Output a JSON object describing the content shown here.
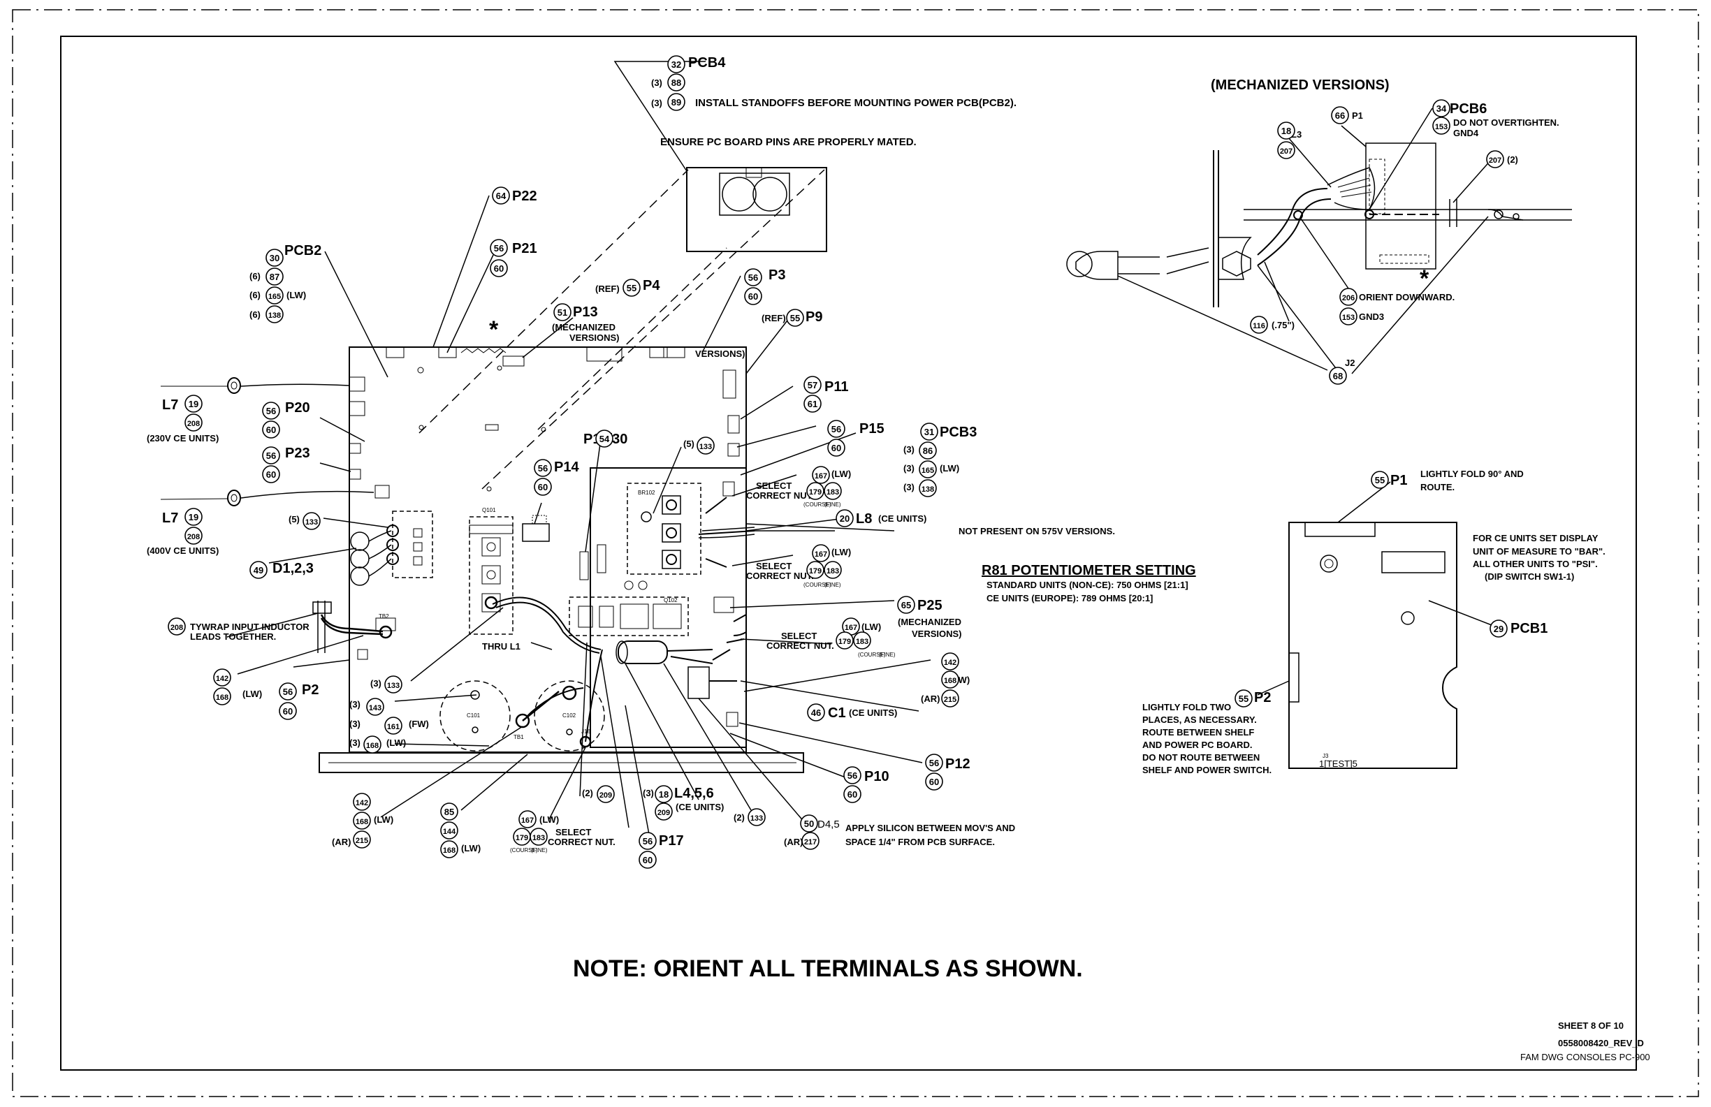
{
  "note": "NOTE:  ORIENT ALL TERMINALS AS SHOWN.",
  "title_block": {
    "sheet": "SHEET 8 OF 10",
    "drawing_number": "0558008420_REV_D",
    "description": "FAM DWG CONSOLES PC-900"
  },
  "instructions": {
    "install_standoffs": "INSTALL STANDOFFS BEFORE MOUNTING POWER PCB(PCB2).",
    "ensure_pins": "ENSURE PC BOARD PINS ARE PROPERLY MATED.",
    "not_present_575": "NOT PRESENT ON 575V VERSIONS.",
    "r81_title": "R81 POTENTIOMETER SETTING",
    "r81_standard": "STANDARD UNITS (NON-CE): 750 OHMS [21:1]",
    "r81_ce": "CE UNITS (EUROPE): 789 OHMS [20:1]",
    "tywrap_1": "TYWRAP INPUT INDUCTOR",
    "tywrap_2": "LEADS TOGETHER.",
    "apply_silicon_1": "APPLY SILICON BETWEEN MOV'S AND",
    "apply_silicon_2": "SPACE 1/4\" FROM PCB SURFACE.",
    "thru_l1": "THRU L1",
    "fold_p1_1": "LIGHTLY FOLD 90° AND",
    "fold_p1_2": "ROUTE.",
    "ce_display_1": "FOR CE UNITS SET DISPLAY",
    "ce_display_2": "UNIT OF MEASURE TO \"BAR\".",
    "ce_display_3": "ALL OTHER UNITS TO \"PSI\".",
    "ce_display_4": "(DIP SWITCH SW1-1)",
    "fold_p2_1": "LIGHTLY FOLD TWO",
    "fold_p2_2": "PLACES, AS NECESSARY.",
    "fold_p2_3": "ROUTE BETWEEN SHELF",
    "fold_p2_4": "AND POWER PC BOARD.",
    "fold_p2_5": "DO NOT ROUTE BETWEEN",
    "fold_p2_6": "SHELF AND POWER SWITCH.",
    "mechanized_title": "(MECHANIZED VERSIONS)",
    "do_not_overtighten": "DO NOT OVERTIGHTEN.",
    "gnd4": "GND4",
    "orient_downward": "ORIENT DOWNWARD.",
    "gnd3": "GND3",
    "select_nut_1": "SELECT",
    "select_nut_2": "CORRECT NUT.",
    "course": "(COURSE)",
    "fine": "(FINE)"
  },
  "labels": {
    "pcb1": "PCB1",
    "pcb2": "PCB2",
    "pcb3": "PCB3",
    "pcb4": "PCB4",
    "pcb6": "PCB6",
    "p1": "P1",
    "p2": "P2",
    "p3": "P3",
    "p4": "P4",
    "p9": "P9",
    "p10": "P10",
    "p11": "P11",
    "p12": "P12",
    "p13": "P13",
    "p14": "P14",
    "p15": "P15",
    "p17": "P17",
    "p19_30": "P19/30",
    "p20": "P20",
    "p21": "P21",
    "p22": "P22",
    "p23": "P23",
    "p25": "P25",
    "l7": "L7",
    "l8": "L8",
    "l456": "L4,5,6",
    "d123": "D1,2,3",
    "c1": "C1",
    "j2": "J2",
    "d45": "D4,5",
    "ce_units": "(CE UNITS)",
    "ce_units_230": "(230V CE UNITS)",
    "ce_units_400": "(400V CE UNITS)",
    "mech_versions_1": "(MECHANIZED",
    "mech_versions_2": "VERSIONS)",
    "versions": "VERSIONS)",
    "ref": "(REF)",
    "lw": "(LW)",
    "fw": "(FW)",
    "ar": "(AR)",
    "len75": "(.75\")",
    "q101": "Q101",
    "q102": "Q102",
    "br102": "BR102",
    "tb1": "TB1",
    "tb2": "TB2",
    "c101": "C101",
    "c102": "C102",
    "j16": "J16",
    "j3": "J3",
    "test": "1[TEST]5"
  },
  "qty": {
    "q2": "(2)",
    "q3": "(3)",
    "q5": "(5)",
    "q6": "(6)"
  },
  "items": [
    "18",
    "19",
    "20",
    "29",
    "30",
    "31",
    "32",
    "34",
    "46",
    "49",
    "50",
    "51",
    "54",
    "55",
    "56",
    "57",
    "60",
    "61",
    "64",
    "65",
    "66",
    "68",
    "85",
    "86",
    "87",
    "88",
    "89",
    "116",
    "133",
    "138",
    "142",
    "143",
    "144",
    "153",
    "161",
    "165",
    "167",
    "168",
    "179",
    "183",
    "206",
    "207",
    "208",
    "209",
    "215",
    "217"
  ]
}
